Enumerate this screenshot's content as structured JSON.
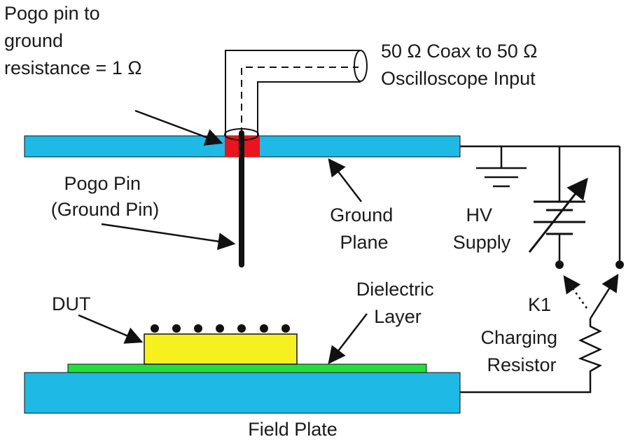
{
  "labels": {
    "pogo_resistance": [
      "Pogo pin to",
      "ground",
      "resistance = 1 Ω"
    ],
    "coax": [
      "50 Ω Coax to 50 Ω",
      "Oscilloscope Input"
    ],
    "pogo_pin": [
      "Pogo Pin",
      "(Ground Pin)"
    ],
    "ground_plane": [
      "Ground",
      "Plane"
    ],
    "hv_supply": [
      "HV",
      "Supply"
    ],
    "dut": "DUT",
    "dielectric": [
      "Dielectric",
      "Layer"
    ],
    "k1": "K1",
    "charging_resistor": [
      "Charging",
      "Resistor"
    ],
    "field_plate": "Field Plate"
  },
  "colors": {
    "plate": "#1fb9e6",
    "contact": "#e8141e",
    "dut": "#f7f01f",
    "dielectric": "#22e03c",
    "line": "#111111"
  }
}
